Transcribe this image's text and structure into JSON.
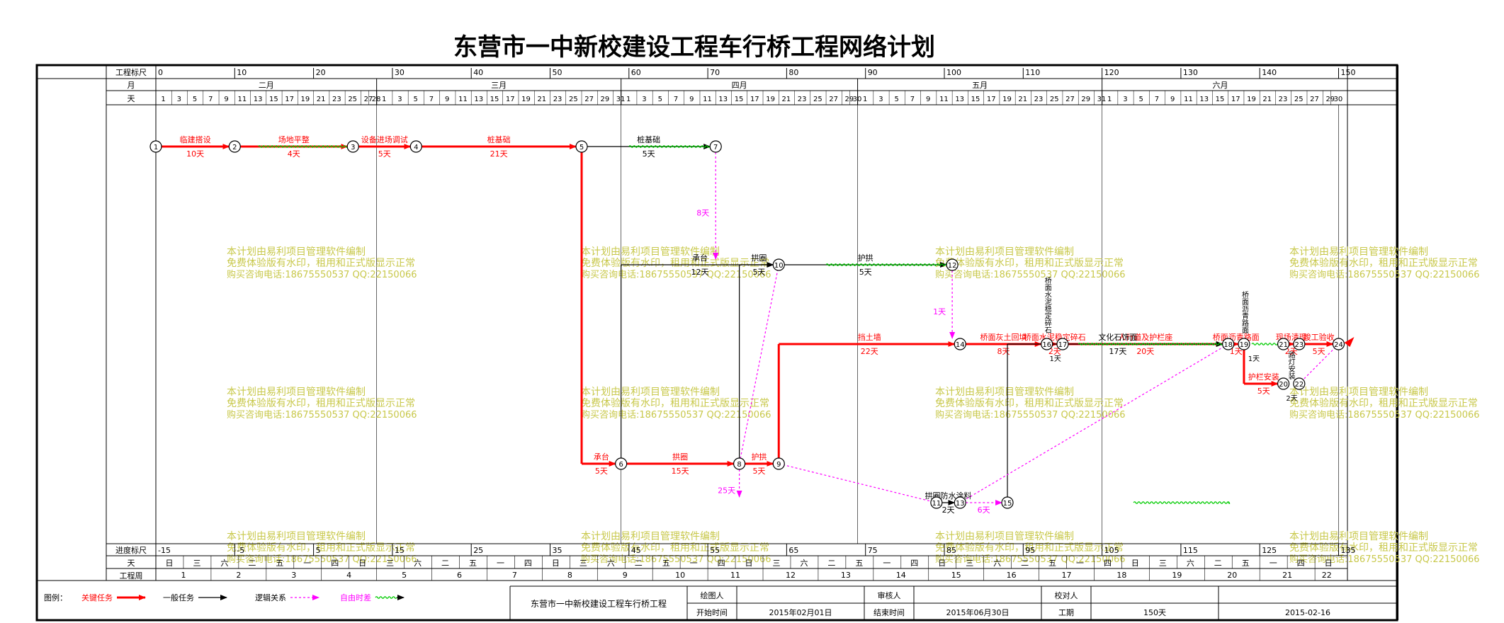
{
  "title": "东营市一中新校建设工程车行桥工程网络计划",
  "header_labels": {
    "scale": "工程标尺",
    "month": "月",
    "day": "天"
  },
  "footer_labels": {
    "progress": "进度标尺",
    "day": "天",
    "week": "工程周"
  },
  "top_scale_ticks": [
    "0",
    "10",
    "20",
    "30",
    "40",
    "50",
    "60",
    "70",
    "80",
    "90",
    "100",
    "110",
    "120",
    "130",
    "140",
    "150"
  ],
  "months": [
    {
      "label": "二月",
      "start": 0,
      "end": 28
    },
    {
      "label": "三月",
      "start": 28,
      "end": 59
    },
    {
      "label": "四月",
      "start": 59,
      "end": 89
    },
    {
      "label": "五月",
      "start": 89,
      "end": 120
    },
    {
      "label": "六月",
      "start": 120,
      "end": 150
    }
  ],
  "month_lengths": [
    28,
    31,
    30,
    31,
    30
  ],
  "progress_ticks": [
    {
      "label": "-15",
      "at": 0
    },
    {
      "label": "-5",
      "at": 10
    },
    {
      "label": "5",
      "at": 20
    },
    {
      "label": "15",
      "at": 30
    },
    {
      "label": "25",
      "at": 40
    },
    {
      "label": "35",
      "at": 50
    },
    {
      "label": "45",
      "at": 60
    },
    {
      "label": "55",
      "at": 70
    },
    {
      "label": "65",
      "at": 80
    },
    {
      "label": "75",
      "at": 90
    },
    {
      "label": "85",
      "at": 100
    },
    {
      "label": "95",
      "at": 110
    },
    {
      "label": "105",
      "at": 120
    },
    {
      "label": "115",
      "at": 130
    },
    {
      "label": "125",
      "at": 140
    },
    {
      "label": "135",
      "at": 150
    }
  ],
  "weekday_cycle": [
    "日",
    "三",
    "六",
    "二",
    "五",
    "一",
    "四"
  ],
  "week_numbers": [
    "1",
    "2",
    "3",
    "4",
    "5",
    "6",
    "7",
    "8",
    "9",
    "10",
    "11",
    "12",
    "13",
    "14",
    "15",
    "16",
    "17",
    "18",
    "19",
    "20",
    "21",
    "22"
  ],
  "nodes": [
    {
      "id": "1",
      "day": 0,
      "row": "r1"
    },
    {
      "id": "2",
      "day": 10,
      "row": "r1"
    },
    {
      "id": "3",
      "day": 25,
      "row": "r1"
    },
    {
      "id": "4",
      "day": 33,
      "row": "r1"
    },
    {
      "id": "5",
      "day": 54,
      "row": "r1"
    },
    {
      "id": "7",
      "day": 71,
      "row": "r1"
    },
    {
      "id": "10",
      "day": 79,
      "row": "r2"
    },
    {
      "id": "12",
      "day": 101,
      "row": "r2"
    },
    {
      "id": "14",
      "day": 102,
      "row": "r3"
    },
    {
      "id": "16",
      "day": 113,
      "row": "r3"
    },
    {
      "id": "17",
      "day": 115,
      "row": "r3"
    },
    {
      "id": "18",
      "day": 136,
      "row": "r3"
    },
    {
      "id": "19",
      "day": 138,
      "row": "r3"
    },
    {
      "id": "21",
      "day": 143,
      "row": "r3"
    },
    {
      "id": "23",
      "day": 145,
      "row": "r3"
    },
    {
      "id": "24",
      "day": 150,
      "row": "r3"
    },
    {
      "id": "20",
      "day": 143,
      "row": "r4"
    },
    {
      "id": "22",
      "day": 145,
      "row": "r4"
    },
    {
      "id": "6",
      "day": 59,
      "row": "r5"
    },
    {
      "id": "8",
      "day": 74,
      "row": "r5"
    },
    {
      "id": "9",
      "day": 79,
      "row": "r5"
    },
    {
      "id": "11",
      "day": 99,
      "row": "r6"
    },
    {
      "id": "13",
      "day": 102,
      "row": "r6"
    },
    {
      "id": "15",
      "day": 108,
      "row": "r6"
    }
  ],
  "activities": [
    {
      "from": "1",
      "to": "2",
      "name": "临建搭设",
      "dur": "10天",
      "kind": "critical"
    },
    {
      "from": "2",
      "to": "3",
      "name": "场地平整",
      "dur": "4天",
      "kind": "critical"
    },
    {
      "from": "3",
      "to": "4",
      "name": "设备进场调试",
      "dur": "5天",
      "kind": "critical"
    },
    {
      "from": "4",
      "to": "5",
      "name": "桩基础",
      "dur": "21天",
      "kind": "critical"
    },
    {
      "from": "5",
      "to": "7",
      "name": "桩基础",
      "dur": "5天",
      "kind": "normal"
    },
    {
      "from": "5",
      "to": "6",
      "name": "承台",
      "dur": "5天",
      "kind": "critical"
    },
    {
      "from": "6",
      "to": "8",
      "name": "拱圈",
      "dur": "15天",
      "kind": "critical"
    },
    {
      "from": "8",
      "to": "9",
      "name": "护拱",
      "dur": "5天",
      "kind": "critical"
    },
    {
      "from": "9",
      "to": "14",
      "name": "挡土墙",
      "dur": "22天",
      "kind": "critical"
    },
    {
      "from": "14",
      "to": "16",
      "name": "桥面灰土回填",
      "dur": "8天",
      "kind": "critical"
    },
    {
      "from": "16",
      "to": "17",
      "name": "桥面水泥稳定碎石",
      "dur": "2天",
      "kind": "critical"
    },
    {
      "from": "17",
      "to": "18",
      "name": "人行道及护栏座",
      "dur": "20天",
      "kind": "critical"
    },
    {
      "from": "18",
      "to": "19",
      "name": "桥面沥青路面",
      "dur": "1天",
      "kind": "critical"
    },
    {
      "from": "19",
      "to": "20",
      "name": "护栏安装",
      "dur": "5天",
      "kind": "critical"
    },
    {
      "from": "21",
      "to": "23",
      "name": "现场清理",
      "dur": "2天",
      "kind": "critical"
    },
    {
      "from": "23",
      "to": "24",
      "name": "竣工验收",
      "dur": "5天",
      "kind": "critical"
    },
    {
      "from": "6",
      "to": "10",
      "name": "承台",
      "dur": "12天",
      "kind": "normal"
    },
    {
      "from": "8",
      "to": "10",
      "name": "拱圈",
      "dur": "5天",
      "kind": "normal"
    },
    {
      "from": "10",
      "to": "12",
      "name": "护拱",
      "dur": "5天",
      "kind": "normal"
    },
    {
      "from": "11",
      "to": "13",
      "name": "拱圈防水涂料",
      "dur": "2天",
      "kind": "normal"
    },
    {
      "from": "15",
      "to": "18",
      "name": "文化石饰面",
      "dur": "17天",
      "kind": "normal"
    },
    {
      "from": "12",
      "to": "14",
      "name": "",
      "dur": "1天",
      "kind": "free"
    },
    {
      "from": "7",
      "to": "10",
      "name": "",
      "dur": "8天",
      "kind": "free"
    },
    {
      "from": "8",
      "to": "11",
      "name": "",
      "dur": "25天",
      "kind": "free"
    },
    {
      "from": "13",
      "to": "15",
      "name": "",
      "dur": "6天",
      "kind": "free"
    }
  ],
  "extra_labels": [
    {
      "text": "桥面水泥稳定碎石",
      "kind": "normal"
    },
    {
      "text": "1天",
      "kind": "normal"
    },
    {
      "text": "桥面沥青路面",
      "kind": "normal"
    },
    {
      "text": "1天",
      "kind": "normal"
    },
    {
      "text": "路灯安装",
      "kind": "normal"
    },
    {
      "text": "2天",
      "kind": "normal"
    }
  ],
  "watermark": {
    "line1": "本计划由易利项目管理软件编制",
    "line2": "免费体验版有水印，租用和正式版显示正常",
    "line3": "购买咨询电话:18675550537 QQ:22150066"
  },
  "legend": {
    "prefix": "图例：",
    "items": [
      {
        "label": "关键任务",
        "kind": "critical"
      },
      {
        "label": "一般任务",
        "kind": "normal"
      },
      {
        "label": "逻辑关系",
        "kind": "logic"
      },
      {
        "label": "自由时差",
        "kind": "free"
      }
    ]
  },
  "footer_table": {
    "project_name": "东营市一中新校建设工程车行桥工程",
    "drawn_by_label": "绘图人",
    "reviewer_label": "审核人",
    "checker_label": "校对人",
    "start_label": "开始时间",
    "start_value": "2015年02月01日",
    "end_label": "结束时间",
    "end_value": "2015年06月30日",
    "duration_label": "工期",
    "duration_value": "150天",
    "date_value": "2015-02-16"
  },
  "colors": {
    "critical": "#ff0000",
    "normal": "#000000",
    "free": "#ff00ff",
    "wave": "#00cc00",
    "watermark": "#c8c84a"
  }
}
